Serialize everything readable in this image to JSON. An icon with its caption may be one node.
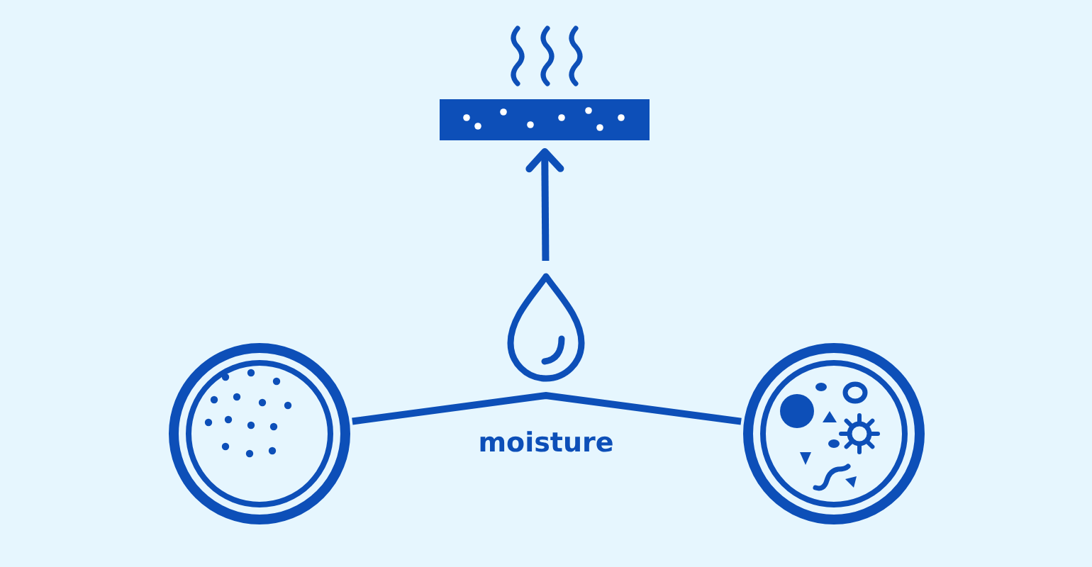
{
  "diagram": {
    "nodes": [
      {
        "text": [],
        "shape": "circle"
      },
      {
        "text": [],
        "shape": "circle"
      },
      {
        "text": [],
        "shape": "drop"
      },
      {
        "text": [],
        "shape": "bar"
      }
    ],
    "edges": [
      {
        "from": 2,
        "to": 3,
        "arrow": "to"
      },
      {
        "from": 0,
        "to": 1,
        "arrow": "none",
        "label": "moisture"
      }
    ]
  }
}
